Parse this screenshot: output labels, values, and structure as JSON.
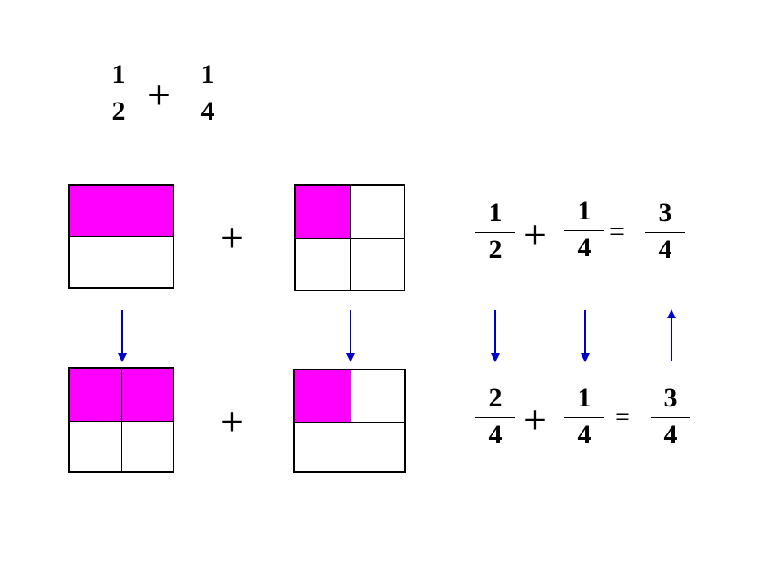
{
  "colors": {
    "shade": "#ff00ff",
    "arrow": "#0000cc",
    "ink": "#000000"
  },
  "header_expression": {
    "a": {
      "num": "1",
      "den": "2"
    },
    "op": "+",
    "b": {
      "num": "1",
      "den": "4"
    }
  },
  "row1": {
    "shape_left": {
      "divisions": "halves",
      "shaded_parts": 1,
      "total_parts": 2
    },
    "op": "+",
    "shape_right": {
      "divisions": "quarters",
      "shaded_parts": 1,
      "total_parts": 4
    },
    "equation": {
      "a": {
        "num": "1",
        "den": "2"
      },
      "op": "+",
      "b": {
        "num": "1",
        "den": "4"
      },
      "eq": "=",
      "result": {
        "num": "3",
        "den": "4"
      }
    }
  },
  "arrows": [
    {
      "name": "left-shape",
      "direction": "down"
    },
    {
      "name": "right-shape",
      "direction": "down"
    },
    {
      "name": "first-fraction",
      "direction": "down"
    },
    {
      "name": "second-fraction",
      "direction": "down"
    },
    {
      "name": "result-fraction",
      "direction": "up"
    }
  ],
  "row2": {
    "shape_left": {
      "divisions": "quarters",
      "shaded_parts": 2,
      "total_parts": 4
    },
    "op": "+",
    "shape_right": {
      "divisions": "quarters",
      "shaded_parts": 1,
      "total_parts": 4
    },
    "equation": {
      "a": {
        "num": "2",
        "den": "4"
      },
      "op": "+",
      "b": {
        "num": "1",
        "den": "4"
      },
      "eq": "=",
      "result": {
        "num": "3",
        "den": "4"
      }
    }
  }
}
